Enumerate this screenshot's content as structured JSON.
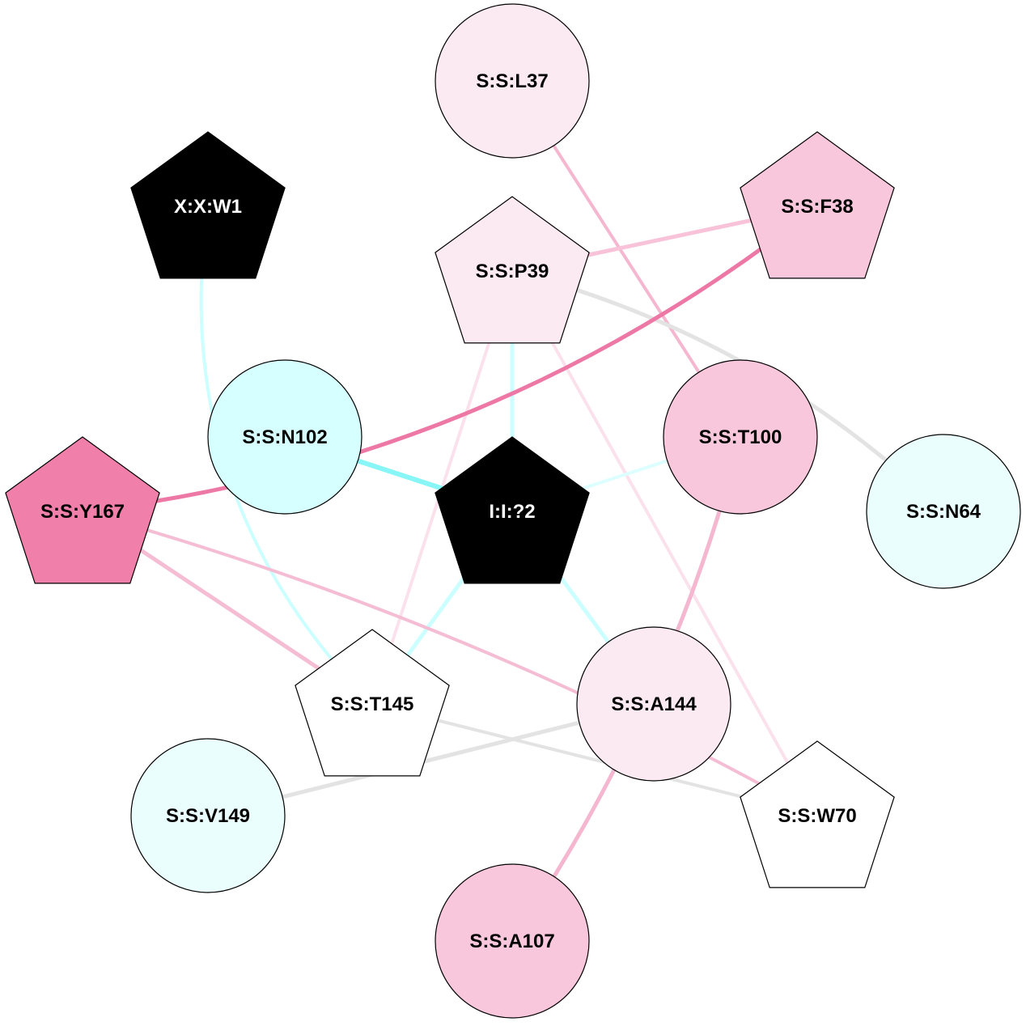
{
  "nodes": [
    {
      "id": "L37",
      "label": "S:S:L37",
      "shape": "circle",
      "fill": "#fbeaf2",
      "text": "#000000"
    },
    {
      "id": "F38",
      "label": "S:S:F38",
      "shape": "pentagon",
      "fill": "#f8c7dc",
      "text": "#000000"
    },
    {
      "id": "P39",
      "label": "S:S:P39",
      "shape": "pentagon",
      "fill": "#fbeaf2",
      "text": "#000000"
    },
    {
      "id": "W1",
      "label": "X:X:W1",
      "shape": "pentagon",
      "fill": "#000000",
      "text": "#ffffff"
    },
    {
      "id": "N102",
      "label": "S:S:N102",
      "shape": "circle",
      "fill": "#d6ffff",
      "text": "#000000"
    },
    {
      "id": "T100",
      "label": "S:S:T100",
      "shape": "circle",
      "fill": "#f8c7dc",
      "text": "#000000"
    },
    {
      "id": "N64",
      "label": "S:S:N64",
      "shape": "circle",
      "fill": "#ebfefe",
      "text": "#000000"
    },
    {
      "id": "Y167",
      "label": "S:S:Y167",
      "shape": "pentagon",
      "fill": "#f07faa",
      "text": "#000000"
    },
    {
      "id": "I2",
      "label": "I:I:?2",
      "shape": "pentagon",
      "fill": "#000000",
      "text": "#ffffff"
    },
    {
      "id": "T145",
      "label": "S:S:T145",
      "shape": "pentagon",
      "fill": "#ffffff",
      "text": "#000000"
    },
    {
      "id": "A144",
      "label": "S:S:A144",
      "shape": "circle",
      "fill": "#fbeaf2",
      "text": "#000000"
    },
    {
      "id": "V149",
      "label": "S:S:V149",
      "shape": "circle",
      "fill": "#ebfefe",
      "text": "#000000"
    },
    {
      "id": "W70",
      "label": "S:S:W70",
      "shape": "pentagon",
      "fill": "#ffffff",
      "text": "#000000"
    },
    {
      "id": "A107",
      "label": "S:S:A107",
      "shape": "circle",
      "fill": "#f8c7dc",
      "text": "#000000"
    }
  ],
  "edges": [
    {
      "from": "L37",
      "to": "T100",
      "color": "#f5b7cf"
    },
    {
      "from": "P39",
      "to": "F38",
      "color": "#f8c3d8"
    },
    {
      "from": "P39",
      "to": "N64",
      "color": "#e3e3e3"
    },
    {
      "from": "P39",
      "to": "I2",
      "color": "#ccffff"
    },
    {
      "from": "P39",
      "to": "T145",
      "color": "#fbe1ec"
    },
    {
      "from": "P39",
      "to": "W70",
      "color": "#fbe1ec"
    },
    {
      "from": "Y167",
      "to": "F38",
      "color": "#ed78a6"
    },
    {
      "from": "W1",
      "to": "T145",
      "color": "#ccffff"
    },
    {
      "from": "N102",
      "to": "I2",
      "color": "#88f6f6"
    },
    {
      "from": "T100",
      "to": "I2",
      "color": "#ddffff"
    },
    {
      "from": "T100",
      "to": "A107",
      "color": "#f5b7cf"
    },
    {
      "from": "I2",
      "to": "T145",
      "color": "#ccffff"
    },
    {
      "from": "I2",
      "to": "A144",
      "color": "#ccffff"
    },
    {
      "from": "Y167",
      "to": "T145",
      "color": "#f5bdd3"
    },
    {
      "from": "Y167",
      "to": "W70",
      "color": "#f5bdd3"
    },
    {
      "from": "T145",
      "to": "W70",
      "color": "#e3e3e3"
    },
    {
      "from": "V149",
      "to": "A144",
      "color": "#e3e3e3"
    }
  ]
}
